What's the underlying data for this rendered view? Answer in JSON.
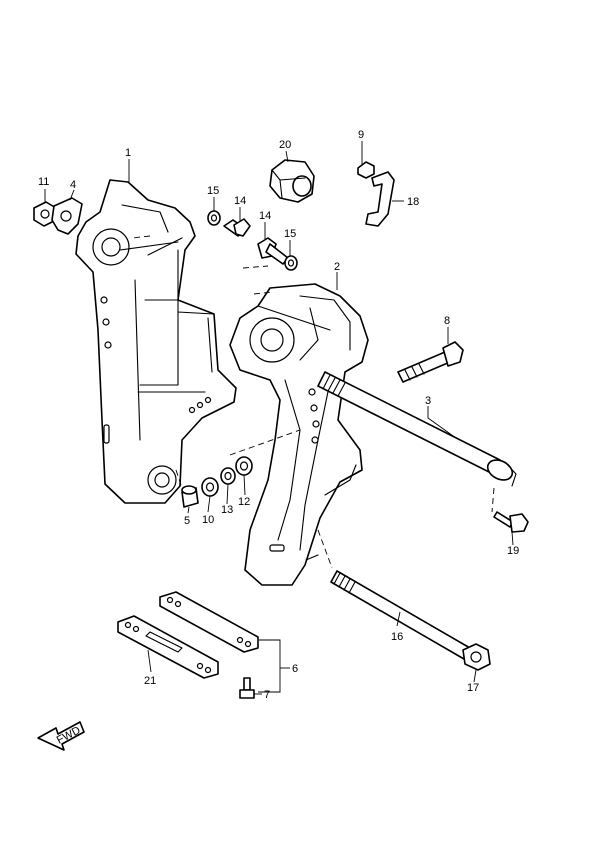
{
  "callouts": {
    "c1": "1",
    "c2": "2",
    "c3": "3",
    "c4": "4",
    "c5": "5",
    "c6": "6",
    "c7": "7",
    "c8": "8",
    "c9": "9",
    "c10": "10",
    "c11": "11",
    "c12": "12",
    "c13": "13",
    "c14a": "14",
    "c14b": "14",
    "c15a": "15",
    "c15b": "15",
    "c16": "16",
    "c17": "17",
    "c18": "18",
    "c19": "19",
    "c20": "20",
    "c21": "21"
  },
  "forward_arrow": {
    "icon": "fwd-arrow-icon",
    "label": "FWD"
  }
}
